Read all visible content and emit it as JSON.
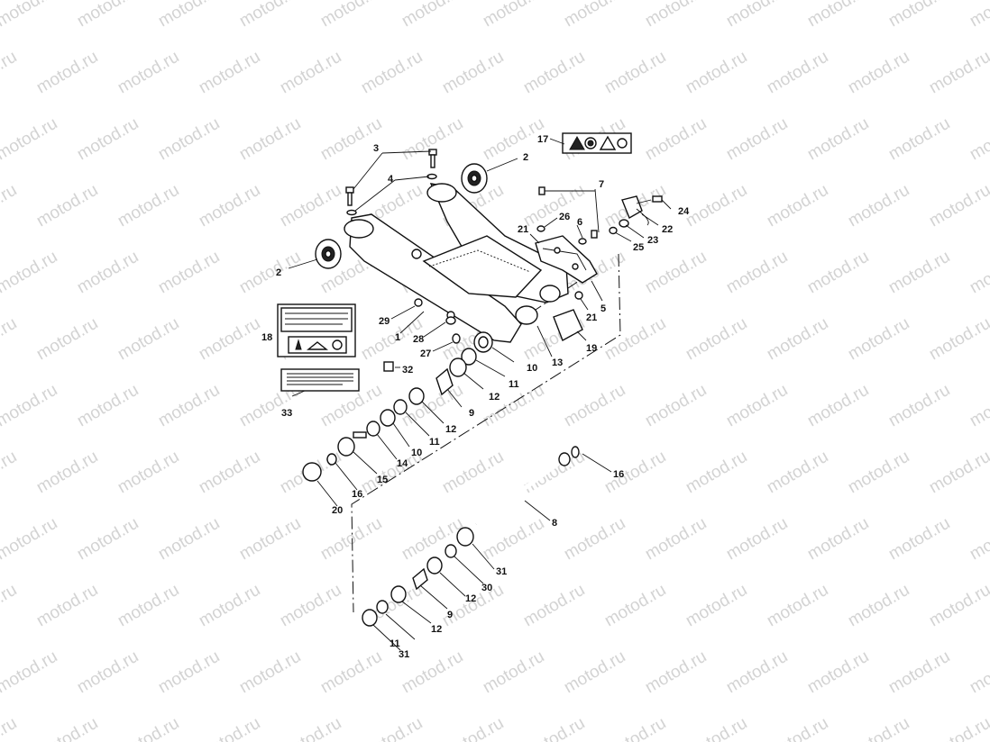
{
  "watermark": "motod.ru",
  "callouts": [
    {
      "id": "c1",
      "label": "1"
    },
    {
      "id": "c2a",
      "label": "2"
    },
    {
      "id": "c2b",
      "label": "2"
    },
    {
      "id": "c3",
      "label": "3"
    },
    {
      "id": "c4",
      "label": "4"
    },
    {
      "id": "c5",
      "label": "5"
    },
    {
      "id": "c6",
      "label": "6"
    },
    {
      "id": "c7",
      "label": "7"
    },
    {
      "id": "c8",
      "label": "8"
    },
    {
      "id": "c9a",
      "label": "9"
    },
    {
      "id": "c9b",
      "label": "9"
    },
    {
      "id": "c10a",
      "label": "10"
    },
    {
      "id": "c10b",
      "label": "10"
    },
    {
      "id": "c11a",
      "label": "11"
    },
    {
      "id": "c11b",
      "label": "11"
    },
    {
      "id": "c11c",
      "label": "11"
    },
    {
      "id": "c12a",
      "label": "12"
    },
    {
      "id": "c12b",
      "label": "12"
    },
    {
      "id": "c12c",
      "label": "12"
    },
    {
      "id": "c12d",
      "label": "12"
    },
    {
      "id": "c13",
      "label": "13"
    },
    {
      "id": "c14",
      "label": "14"
    },
    {
      "id": "c15",
      "label": "15"
    },
    {
      "id": "c16a",
      "label": "16"
    },
    {
      "id": "c16b",
      "label": "16"
    },
    {
      "id": "c17",
      "label": "17"
    },
    {
      "id": "c18",
      "label": "18"
    },
    {
      "id": "c19",
      "label": "19"
    },
    {
      "id": "c20",
      "label": "20"
    },
    {
      "id": "c21a",
      "label": "21"
    },
    {
      "id": "c21b",
      "label": "21"
    },
    {
      "id": "c22",
      "label": "22"
    },
    {
      "id": "c23",
      "label": "23"
    },
    {
      "id": "c24",
      "label": "24"
    },
    {
      "id": "c25",
      "label": "25"
    },
    {
      "id": "c26",
      "label": "26"
    },
    {
      "id": "c27",
      "label": "27"
    },
    {
      "id": "c28",
      "label": "28"
    },
    {
      "id": "c29",
      "label": "29"
    },
    {
      "id": "c30",
      "label": "30"
    },
    {
      "id": "c31a",
      "label": "31"
    },
    {
      "id": "c31b",
      "label": "31"
    },
    {
      "id": "c32",
      "label": "32"
    },
    {
      "id": "c33",
      "label": "33"
    }
  ]
}
